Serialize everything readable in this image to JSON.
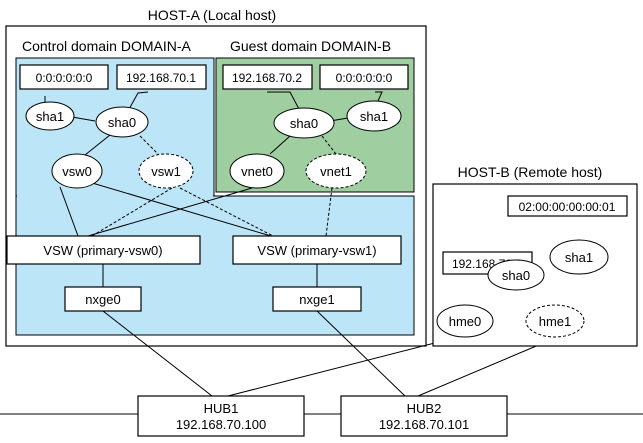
{
  "hostA": {
    "title": "HOST-A (Local host)"
  },
  "controlDomain": {
    "title": "Control domain DOMAIN-A",
    "addr_sha1": "0:0:0:0:0:0",
    "addr_sha0": "192.168.70.1",
    "sha1": "sha1",
    "sha0": "sha0",
    "vsw0": "vsw0",
    "vsw1": "vsw1"
  },
  "guestDomain": {
    "title": "Guest domain DOMAIN-B",
    "addr_sha0": "192.168.70.2",
    "addr_sha1": "0:0:0:0:0:0",
    "sha0": "sha0",
    "sha1": "sha1",
    "vnet0": "vnet0",
    "vnet1": "vnet1"
  },
  "switches": {
    "vsw0": "VSW (primary-vsw0)",
    "vsw1": "VSW (primary-vsw1)"
  },
  "nics": {
    "nxge0": "nxge0",
    "nxge1": "nxge1"
  },
  "hostB": {
    "title": "HOST-B (Remote host)",
    "addr_sha1": "02:00:00:00:00:01",
    "addr_sha0": "192.168.70.3",
    "sha0": "sha0",
    "sha1": "sha1",
    "hme0": "hme0",
    "hme1": "hme1"
  },
  "hubs": {
    "hub1": {
      "name": "HUB1",
      "ip": "192.168.70.100"
    },
    "hub2": {
      "name": "HUB2",
      "ip": "192.168.70.101"
    }
  },
  "colors": {
    "control_bg": "#bde5f8",
    "guest_bg": "#9fcfa0"
  }
}
